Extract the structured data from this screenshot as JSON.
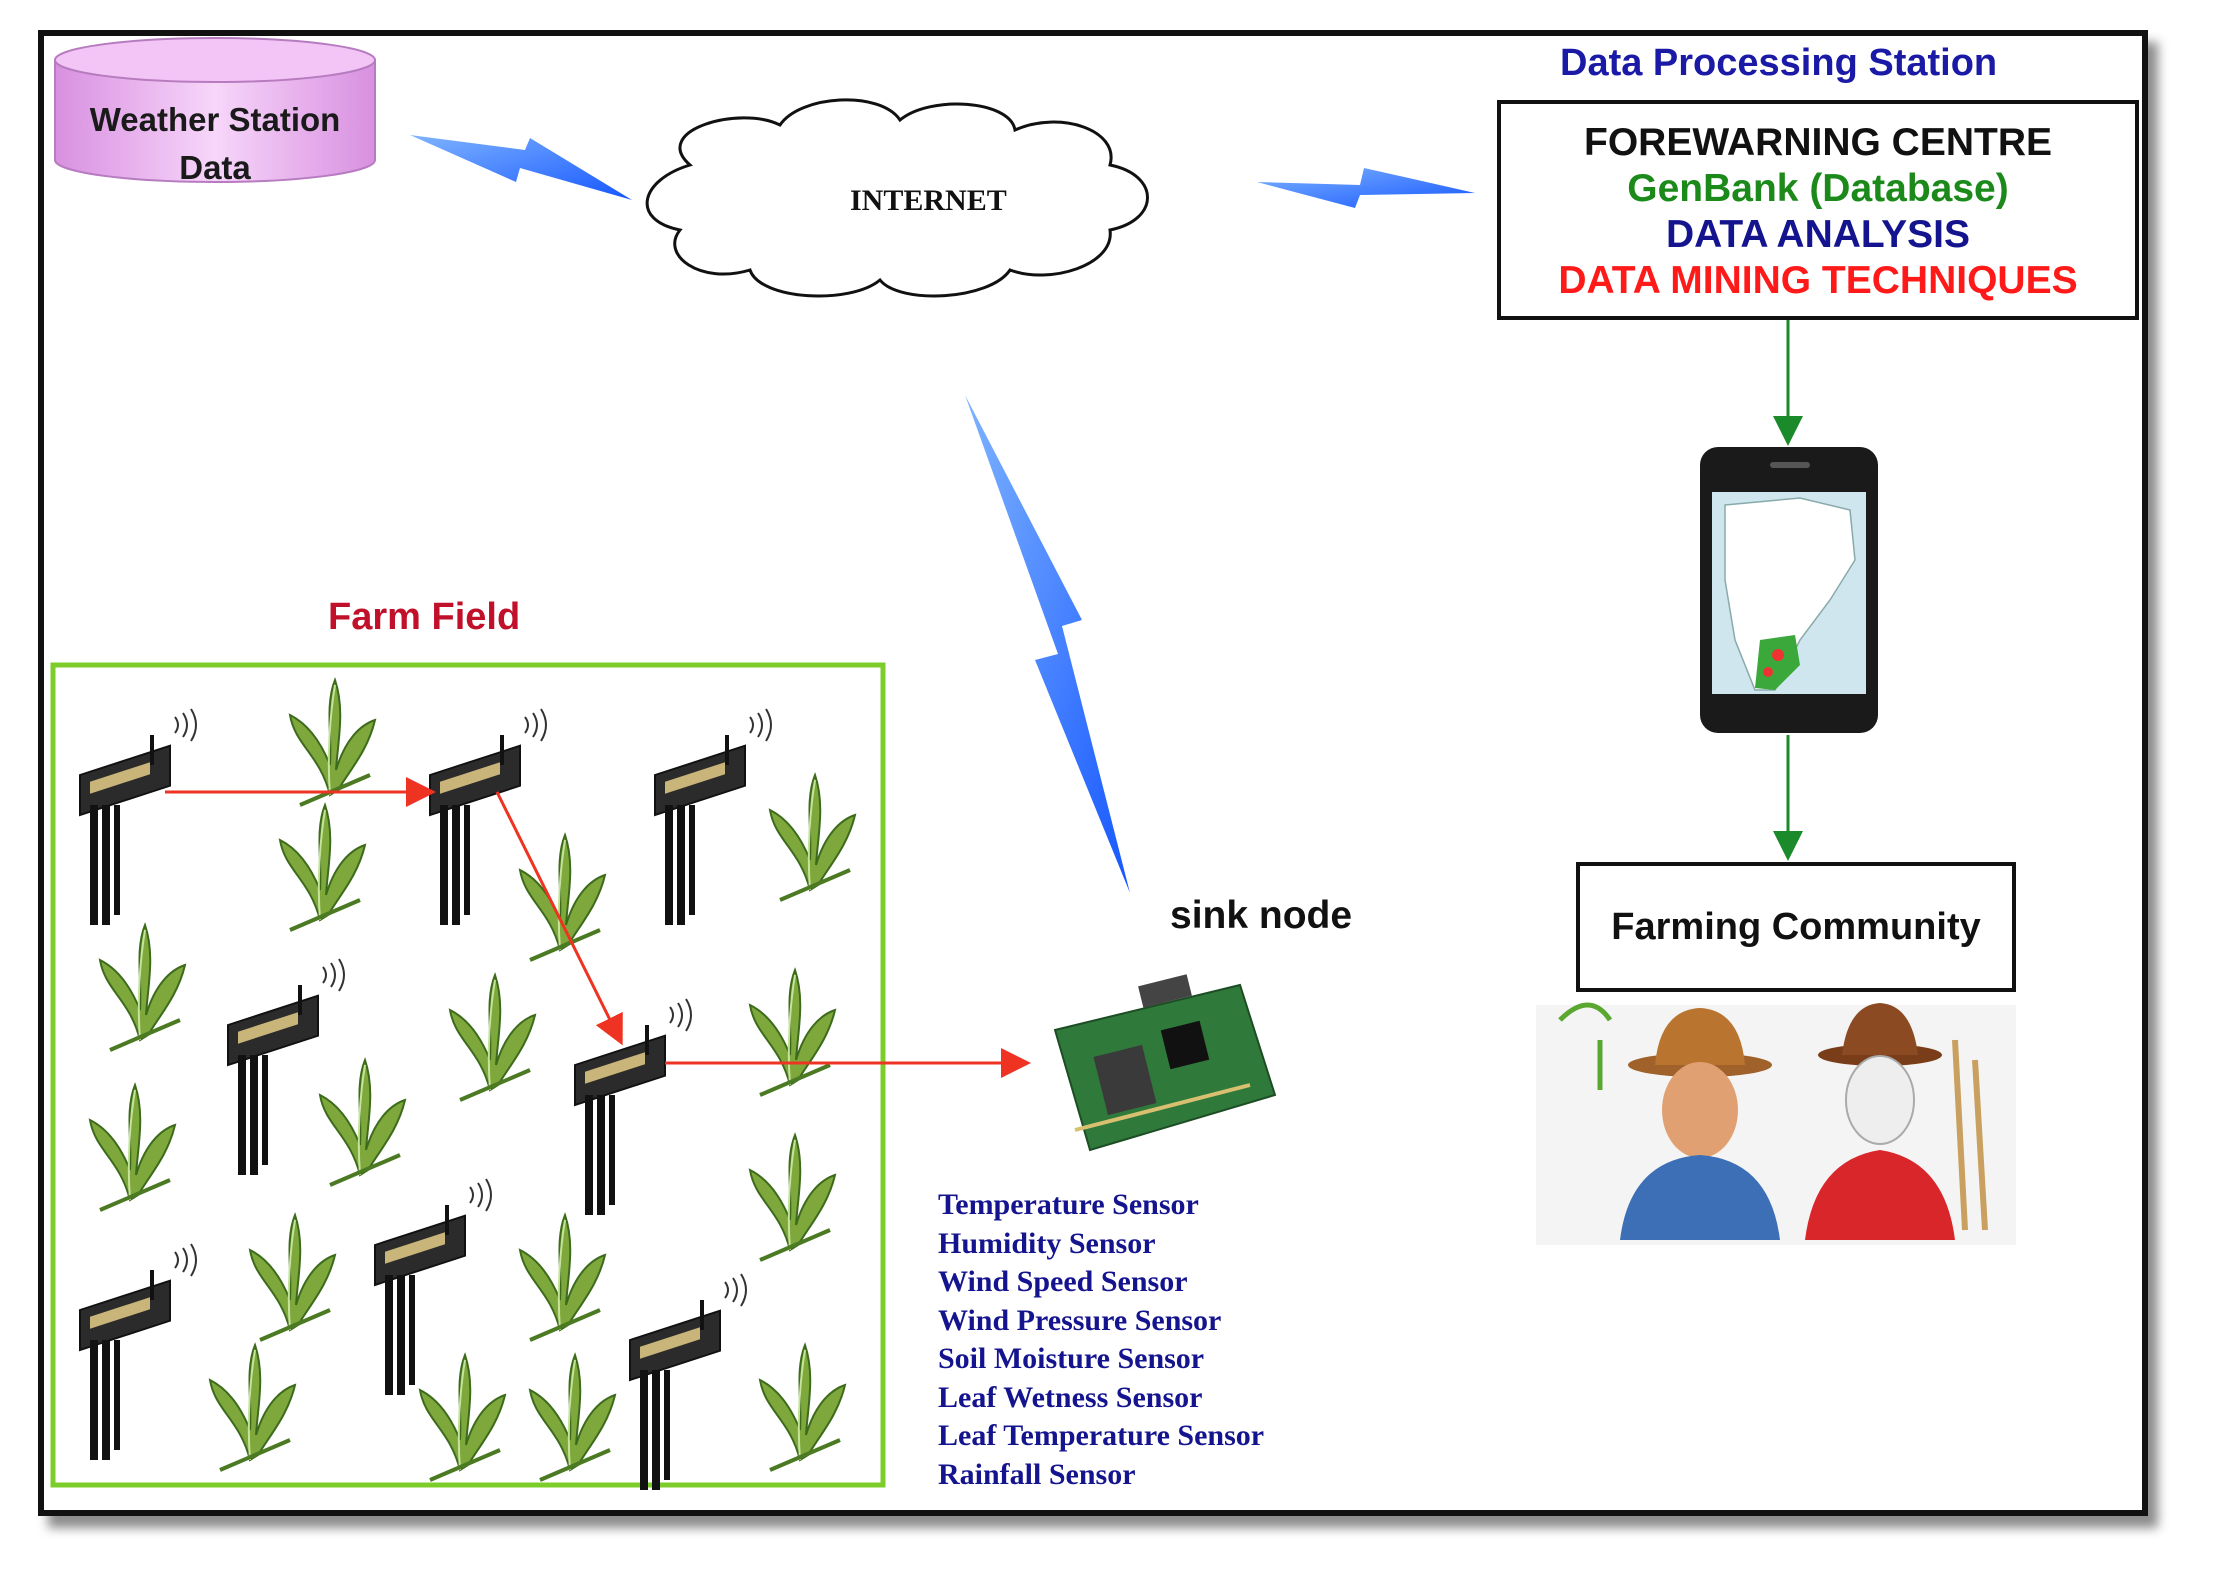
{
  "weather_station": {
    "label": "Weather Station Data"
  },
  "internet": {
    "label": "INTERNET"
  },
  "processing_station": {
    "title": "Data Processing Station",
    "lines": {
      "forewarning": "FOREWARNING CENTRE",
      "genbank": "GenBank (Database)",
      "analysis": "DATA ANALYSIS",
      "mining": "DATA MINING TECHNIQUES"
    }
  },
  "farming_community": {
    "label": "Farming Community"
  },
  "farm_field": {
    "title": "Farm Field"
  },
  "sink_node": {
    "label": "sink node"
  },
  "sensors": [
    "Temperature Sensor",
    "Humidity Sensor",
    "Wind Speed Sensor",
    "Wind Pressure Sensor",
    "Soil Moisture Sensor",
    "Leaf Wetness Sensor",
    "Leaf Temperature Sensor",
    "Rainfall Sensor"
  ],
  "colors": {
    "lightning": "#1f6fff",
    "farm_border": "#7ccc2a",
    "node_link": "#ee3322",
    "downlink": "#1b8a2a",
    "cylinder": "#e9a8ef"
  }
}
